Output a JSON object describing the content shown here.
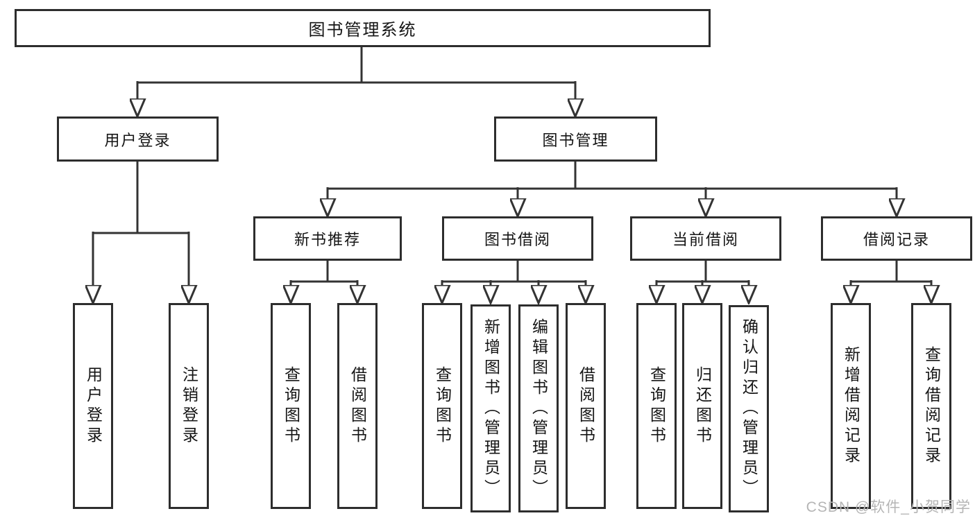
{
  "diagram": {
    "title": "图书管理系统",
    "tree": {
      "root": {
        "label": "图书管理系统"
      },
      "children": [
        {
          "label": "用户登录",
          "children": [
            {
              "label": "用户登录"
            },
            {
              "label": "注销登录"
            }
          ]
        },
        {
          "label": "图书管理",
          "children": [
            {
              "label": "新书推荐",
              "children": [
                {
                  "label": "查询图书"
                },
                {
                  "label": "借阅图书"
                }
              ]
            },
            {
              "label": "图书借阅",
              "children": [
                {
                  "label": "查询图书"
                },
                {
                  "label": "新增图书（管理员）"
                },
                {
                  "label": "编辑图书（管理员）"
                },
                {
                  "label": "借阅图书"
                }
              ]
            },
            {
              "label": "当前借阅",
              "children": [
                {
                  "label": "查询图书"
                },
                {
                  "label": "归还图书"
                },
                {
                  "label": "确认归还（管理员）"
                }
              ]
            },
            {
              "label": "借阅记录",
              "children": [
                {
                  "label": "新增借阅记录"
                },
                {
                  "label": "查询借阅记录"
                }
              ]
            }
          ]
        }
      ]
    },
    "colors": {
      "line": "#333333",
      "border": "#2d2d2d",
      "text": "#151515",
      "watermark": "#b5b5b5",
      "background": "#ffffff"
    }
  },
  "watermark": {
    "text": "CSDN @软件_小贺同学"
  }
}
